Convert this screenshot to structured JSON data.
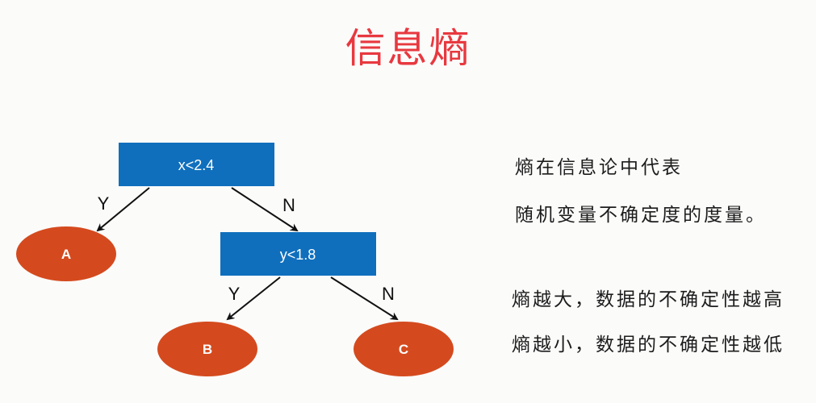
{
  "title": "信息熵",
  "tree": {
    "root": {
      "label": "x<2.4"
    },
    "inner": {
      "label": "y<1.8"
    },
    "leaves": [
      {
        "label": "A"
      },
      {
        "label": "B"
      },
      {
        "label": "C"
      }
    ],
    "edges": [
      {
        "label": "Y"
      },
      {
        "label": "N"
      },
      {
        "label": "Y"
      },
      {
        "label": "N"
      }
    ]
  },
  "notes": [
    "熵在信息论中代表",
    "随机变量不确定度的度量。",
    "熵越大，数据的不确定性越高",
    "熵越小，数据的不确定性越低"
  ],
  "colors": {
    "title": "#e8383f",
    "box": "#0f6fbd",
    "leaf": "#d44a1e"
  }
}
